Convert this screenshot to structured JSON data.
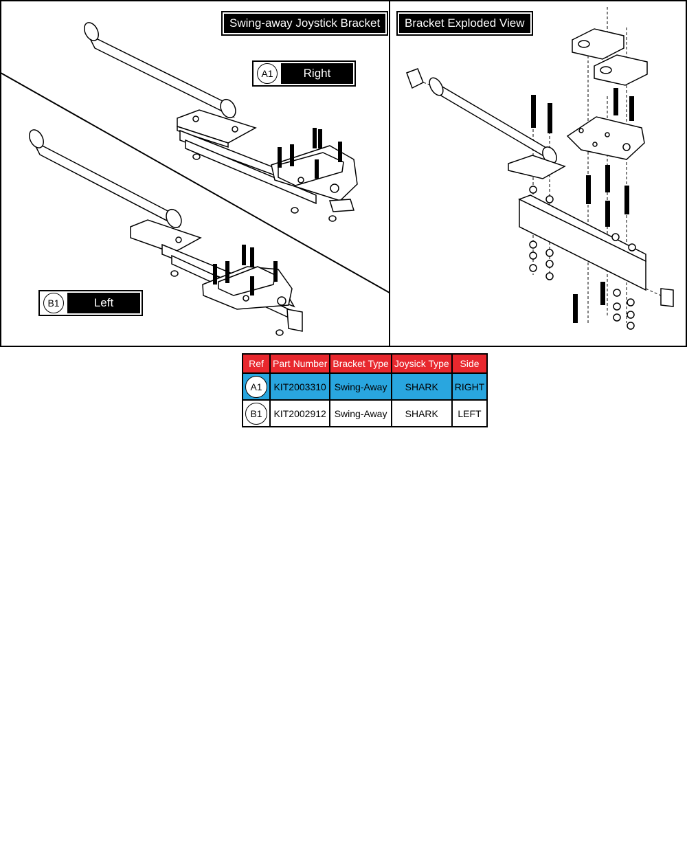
{
  "panels": {
    "left_title": "Swing-away Joystick Bracket",
    "right_title": "Bracket Exploded View"
  },
  "callouts": [
    {
      "ref": "A1",
      "side": "Right"
    },
    {
      "ref": "B1",
      "side": "Left"
    }
  ],
  "table": {
    "headers": [
      "Ref",
      "Part Number",
      "Bracket Type",
      "Joysick Type",
      "Side"
    ],
    "rows": [
      {
        "ref": "A1",
        "part_number": "KIT2003310",
        "bracket_type": "Swing-Away",
        "joystick_type": "SHARK",
        "side": "RIGHT",
        "highlight": true
      },
      {
        "ref": "B1",
        "part_number": "KIT2002912",
        "bracket_type": "Swing-Away",
        "joystick_type": "SHARK",
        "side": "LEFT",
        "highlight": false
      }
    ]
  },
  "colors": {
    "header_bg": "#e8282e",
    "highlight_bg": "#29a6df",
    "label_bg": "#000000"
  }
}
